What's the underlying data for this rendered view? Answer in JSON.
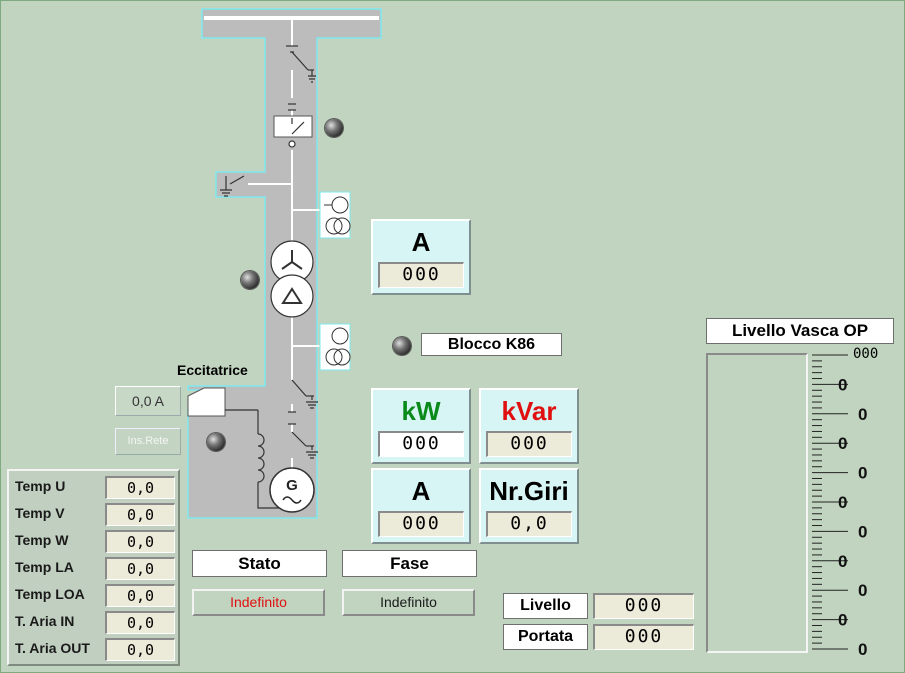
{
  "colors": {
    "background": "#c0d4bf",
    "kw_label": "#0a8a1a",
    "kvar_label": "#e01010",
    "stato_status": "#e01010"
  },
  "schematic": {
    "eccitatrice_label": "Eccitatrice",
    "eccitatrice_value": "0,0 A",
    "ins_rete_button": "Ins.Rete"
  },
  "meters": {
    "current_top": {
      "title": "A",
      "value": "000"
    },
    "kw": {
      "title": "kW",
      "value": "000"
    },
    "kvar": {
      "title": "kVar",
      "value": "000"
    },
    "current_bottom": {
      "title": "A",
      "value": "000"
    },
    "nr_giri": {
      "title": "Nr.Giri",
      "value": "0,0"
    }
  },
  "blocco": {
    "label": "Blocco K86"
  },
  "status": {
    "stato_label": "Stato",
    "stato_value": "Indefinito",
    "fase_label": "Fase",
    "fase_value": "Indefinito"
  },
  "temperatures": [
    {
      "label": "Temp U",
      "value": "0,0"
    },
    {
      "label": "Temp V",
      "value": "0,0"
    },
    {
      "label": "Temp W",
      "value": "0,0"
    },
    {
      "label": "Temp LA",
      "value": "0,0"
    },
    {
      "label": "Temp LOA",
      "value": "0,0"
    },
    {
      "label": "T. Aria IN",
      "value": "0,0"
    },
    {
      "label": "T. Aria OUT",
      "value": "0,0"
    }
  ],
  "level": {
    "livello_label": "Livello",
    "livello_value": "000",
    "portata_label": "Portata",
    "portata_value": "000"
  },
  "tank": {
    "title": "Livello Vasca OP",
    "top_value": "000",
    "scale_labels": [
      "0",
      "0",
      "0",
      "0",
      "0",
      "0",
      "0",
      "0",
      "0",
      "0"
    ],
    "fill_fraction": 0
  }
}
